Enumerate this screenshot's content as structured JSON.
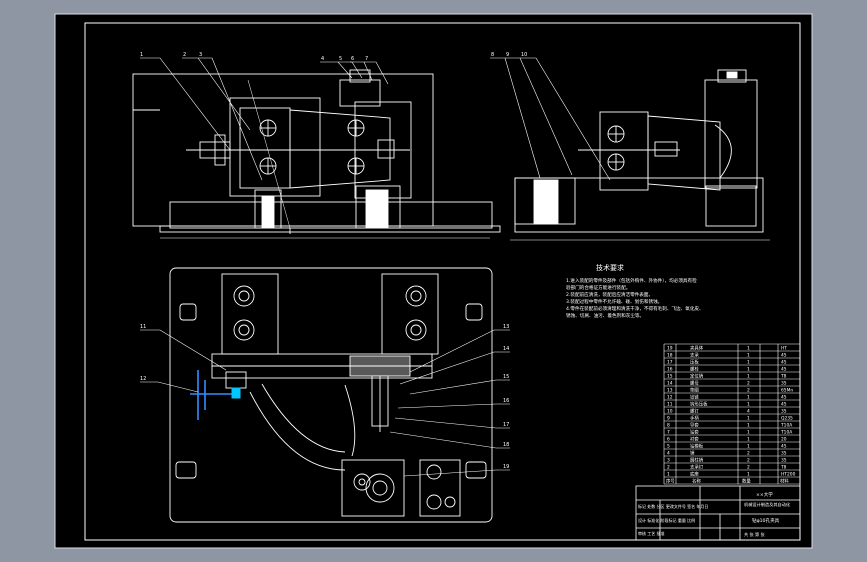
{
  "colors": {
    "window_bg": "#8f96a3",
    "sheet": "#000000",
    "line": "#ffffff",
    "accent": "#2f8fff",
    "highlight": "#00c8ff"
  },
  "tech_requirements": {
    "title": "技术要求",
    "lines": [
      "1.进入装配的零件及部件（包括外购件、外协件），均必须具有检",
      "验部门的合格证方能进行装配。",
      "2.装配前应清洗，装配后应清洁零件表面。",
      "3.装配过程中零件不允许磕、碰、划伤和锈蚀。",
      "4.零件在装配前必须清理和清洗干净，不得有毛刺、飞边、氧化皮、",
      "锈蚀、切屑、油污、着色剂和灰尘等。"
    ]
  },
  "bom": {
    "rows": [
      {
        "no": "19",
        "name": "夹具体",
        "qty": "1",
        "mat": "HT"
      },
      {
        "no": "18",
        "name": "支承",
        "qty": "1",
        "mat": "45"
      },
      {
        "no": "17",
        "name": "压板",
        "qty": "1",
        "mat": "45"
      },
      {
        "no": "16",
        "name": "螺栓",
        "qty": "1",
        "mat": "45"
      },
      {
        "no": "15",
        "name": "定位销",
        "qty": "1",
        "mat": "T8"
      },
      {
        "no": "14",
        "name": "螺母",
        "qty": "2",
        "mat": "35"
      },
      {
        "no": "13",
        "name": "垫圈",
        "qty": "2",
        "mat": "65Mn"
      },
      {
        "no": "12",
        "name": "铰链",
        "qty": "1",
        "mat": "45"
      },
      {
        "no": "11",
        "name": "钩形压板",
        "qty": "1",
        "mat": "45"
      },
      {
        "no": "10",
        "name": "螺钉",
        "qty": "4",
        "mat": "35"
      },
      {
        "no": "9",
        "name": "手柄",
        "qty": "1",
        "mat": "Q235"
      },
      {
        "no": "8",
        "name": "导套",
        "qty": "1",
        "mat": "T10A"
      },
      {
        "no": "7",
        "name": "钻套",
        "qty": "1",
        "mat": "T10A"
      },
      {
        "no": "6",
        "name": "衬套",
        "qty": "1",
        "mat": "20"
      },
      {
        "no": "5",
        "name": "钻模板",
        "qty": "1",
        "mat": "45"
      },
      {
        "no": "4",
        "name": "销",
        "qty": "2",
        "mat": "35"
      },
      {
        "no": "3",
        "name": "圆柱销",
        "qty": "2",
        "mat": "35"
      },
      {
        "no": "2",
        "name": "支承钉",
        "qty": "2",
        "mat": "T8"
      },
      {
        "no": "1",
        "name": "底座",
        "qty": "1",
        "mat": "HT200"
      }
    ],
    "header": {
      "no": "序号",
      "name": "名称",
      "qty": "数量",
      "mat": "材料"
    }
  },
  "title_block": {
    "school": "××大学",
    "dept": "机械设计制造及其自动化",
    "drawing_name": "钻φ10孔夹具",
    "row1": "标记 处数 分区 更改文件号 签名 年月日",
    "row2": "设计 标准化 阶段标记 重量 比例",
    "row3": "审核 工艺 批准",
    "sheet": "共 张 第 张"
  },
  "leaders_top_left": [
    "1",
    "2",
    "3",
    "4",
    "5",
    "6",
    "7"
  ],
  "leaders_top_right": [
    "8",
    "9",
    "10"
  ],
  "leaders_bottom": [
    "11",
    "12",
    "13",
    "14",
    "15",
    "16",
    "17",
    "18",
    "19"
  ]
}
